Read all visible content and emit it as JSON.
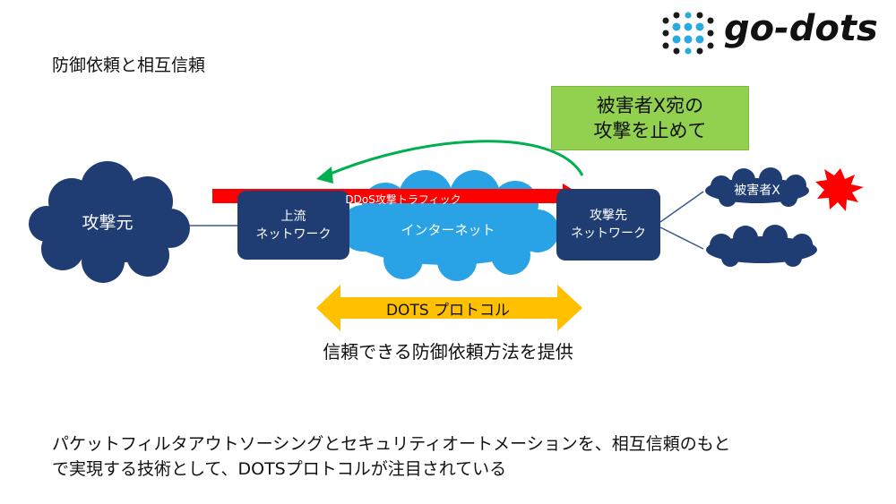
{
  "title": "防御依頼と相互信頼",
  "logo": {
    "text": "go-dots",
    "dot_color_dark": "#1a1a1a",
    "dot_color_accent": "#29abe2"
  },
  "callout": {
    "line1": "被害者X宛の",
    "line2": "攻撃を止めて",
    "color": "#92d050"
  },
  "nodes": {
    "attacker": "攻撃元",
    "upstream": {
      "line1": "上流",
      "line2": "ネットワーク"
    },
    "internet": "インターネット",
    "target": {
      "line1": "攻撃先",
      "line2": "ネットワーク"
    },
    "victim": "被害者X"
  },
  "ddos_label": "DDoS攻撃トラフィック",
  "dots_label": "DOTS プロトコル",
  "subcaption": "信頼できる防御依頼方法を提供",
  "bottom_text": {
    "line1": "パケットフィルタアウトソーシングとセキュリティオートメーションを、相互信頼のもと",
    "line2": "で実現する技術として、DOTSプロトコルが注目されている"
  },
  "colors": {
    "navy": "#1f3d73",
    "cloud_blue": "#29a3e5",
    "ddos_red": "#ff0000",
    "request_green": "#00b050",
    "dots_yellow": "#ffc000",
    "burst_red": "#ff0000"
  }
}
